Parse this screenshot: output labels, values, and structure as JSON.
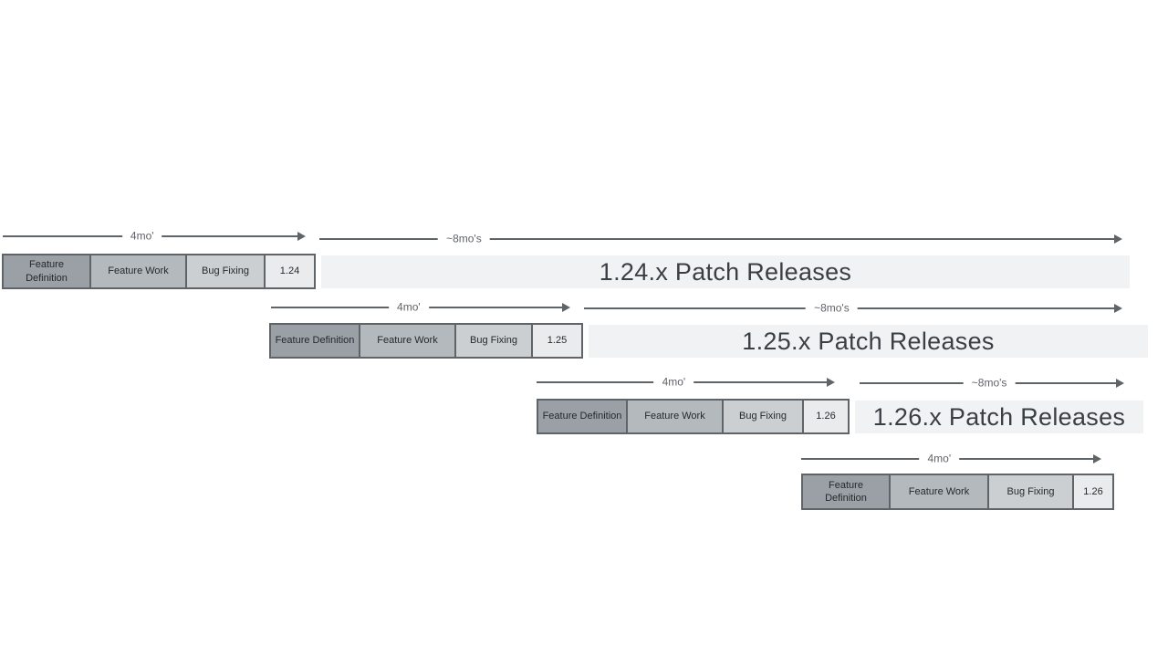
{
  "colors": {
    "background": "#ffffff",
    "phase_feature_definition": "#9aa0a5",
    "phase_feature_work": "#b4b9bd",
    "phase_bug_fixing": "#cbcfd2",
    "phase_version_box": "#e9ebed",
    "patch_bar": "#f0f2f3",
    "box_border": "#5f6468",
    "arrow": "#5f6468",
    "label_text": "#5f6368",
    "patch_text": "#3a3f44"
  },
  "rows": [
    {
      "cycle_label": "4mo'",
      "patch_cycle_label": "~8mo's",
      "phases": [
        "Feature Definition",
        "Feature Work",
        "Bug Fixing"
      ],
      "version": "1.24",
      "patch_label": "1.24.x Patch Releases"
    },
    {
      "cycle_label": "4mo'",
      "patch_cycle_label": "~8mo's",
      "phases": [
        "Feature Definition",
        "Feature Work",
        "Bug Fixing"
      ],
      "version": "1.25",
      "patch_label": "1.25.x Patch Releases"
    },
    {
      "cycle_label": "4mo'",
      "patch_cycle_label": "~8mo's",
      "phases": [
        "Feature Definition",
        "Feature Work",
        "Bug Fixing"
      ],
      "version": "1.26",
      "patch_label": "1.26.x Patch Releases"
    },
    {
      "cycle_label": "4mo'",
      "phases": [
        "Feature Definition",
        "Feature Work",
        "Bug Fixing"
      ],
      "version": "1.26"
    }
  ]
}
